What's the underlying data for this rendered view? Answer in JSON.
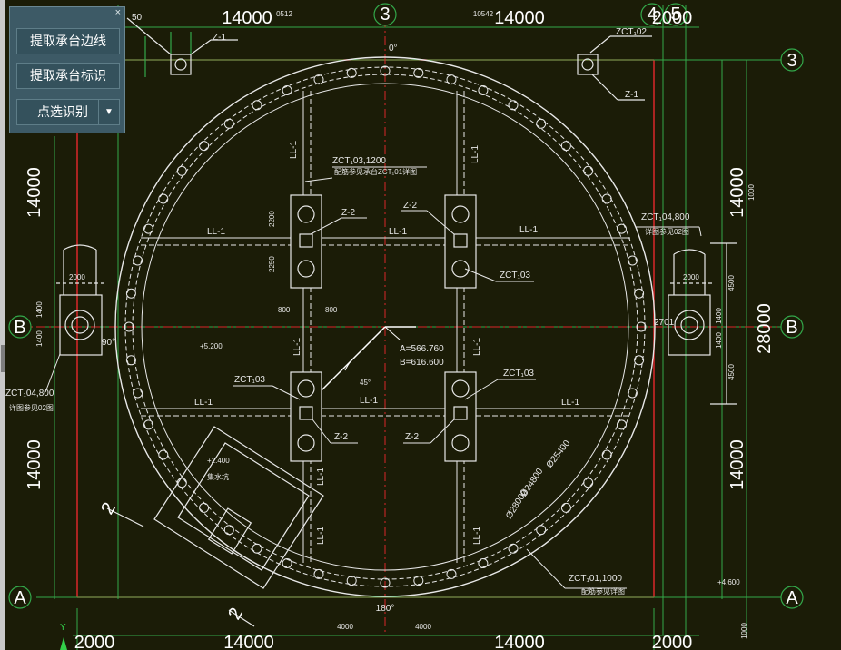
{
  "panel": {
    "close": "×",
    "btn_edge": "提取承台边线",
    "btn_mark": "提取承台标识",
    "btn_pick": "点选识别",
    "caret": "▼"
  },
  "drawing": {
    "top_dims": [
      "14000",
      "14000",
      "2000"
    ],
    "top_small": [
      "0512",
      "10542"
    ],
    "top_partial": "50",
    "bottom_dims": [
      "2000",
      "14000",
      "14000",
      "2000"
    ],
    "bottom_small": [
      "4000",
      "4000"
    ],
    "left_dims": [
      "14000",
      "14000"
    ],
    "right_dims": [
      "14000",
      "28000",
      "14000"
    ],
    "right_small": [
      "1000",
      "1000",
      "4500",
      "4500",
      "1400",
      "1400"
    ],
    "axis_bubbles": [
      "3",
      "4",
      "5",
      "3",
      "B",
      "B",
      "A",
      "A"
    ],
    "angles": [
      "0°",
      "90°",
      "180°",
      "45°"
    ],
    "A_text": "A=566.760",
    "B_text": "B=616.600",
    "zct01": "ZCT₁01,1000",
    "zct01_note": "配筋参见详图",
    "zct02": "ZCT₁02",
    "zct03_top": "ZCT₁03,1200",
    "zct03_note": "配筋参见承台ZCT₁01详图",
    "zct03": "ZCT₁03",
    "zct04": "ZCT₁04,800",
    "zct04_note": "详图参见02图",
    "zct04_left": "ZCT₁04,800",
    "zct04_left_note": "详图参见02图",
    "z1": "Z-1",
    "z2": "Z-2",
    "ll1": "LL-1",
    "d25400": "Ø25400",
    "d24800": "Ø24800",
    "d28000": "Ø28000",
    "el_top": "+4.600",
    "el_pit": "+2.400",
    "pit_label": "集水坑",
    "el_mid": "+5.200",
    "dim_2200": "2200",
    "dim_2250": "2250",
    "dim_800": "800",
    "dim_2000": "2000",
    "dim_2701": "2701",
    "dim_1400": "1400",
    "sec2": "2",
    "coord_y": "Y"
  }
}
